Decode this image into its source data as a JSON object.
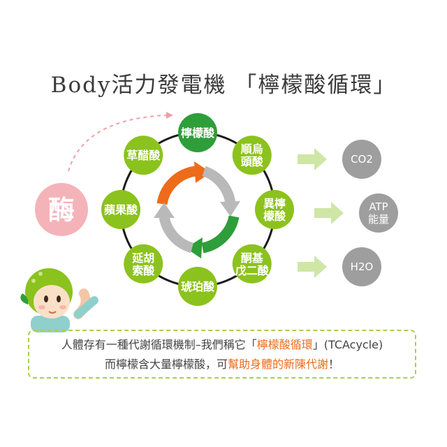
{
  "title": "Body活力發電機 「檸檬酸循環」",
  "enzyme": "酶",
  "cycle_nodes": [
    {
      "id": "citric",
      "lines": [
        "檸檬酸"
      ],
      "color": "#2e9e3a"
    },
    {
      "id": "cis_aconitic",
      "lines": [
        "順烏",
        "頭酸"
      ],
      "color": "#8cc21d"
    },
    {
      "id": "isocitric",
      "lines": [
        "異檸",
        "檬酸"
      ],
      "color": "#8cc21d"
    },
    {
      "id": "ketoglutaric",
      "lines": [
        "酮基",
        "戊二酸"
      ],
      "color": "#8cc21d"
    },
    {
      "id": "succinic",
      "lines": [
        "琥珀酸"
      ],
      "color": "#8cc21d"
    },
    {
      "id": "corydalis",
      "lines": [
        "延胡",
        "索酸"
      ],
      "color": "#8cc21d"
    },
    {
      "id": "malic",
      "lines": [
        "蘋果酸"
      ],
      "color": "#8cc21d"
    },
    {
      "id": "oxaloacetic",
      "lines": [
        "草醋酸"
      ],
      "color": "#8cc21d"
    }
  ],
  "outputs": [
    {
      "lines": [
        "CO2"
      ]
    },
    {
      "lines": [
        "ATP",
        "能量"
      ]
    },
    {
      "lines": [
        "H2O"
      ]
    }
  ],
  "note": {
    "line1_prefix": "人體存有一種代謝循環機制–我們稱它「",
    "line1_highlight": "檸檬酸循環",
    "line1_suffix": "」(TCAcycle)",
    "line2_prefix": "而檸檬含大量檸檬酸，可",
    "line2_highlight": "幫助身體的新陳代謝",
    "line2_suffix": "！"
  },
  "colors": {
    "dark_green": "#2e9e3a",
    "light_green": "#8cc21d",
    "orange": "#ee6b1a",
    "grey": "#9e9e9e",
    "pink": "#f4b3b8",
    "arrow_green": "#cfe6a6",
    "text": "#3a3a3a"
  }
}
